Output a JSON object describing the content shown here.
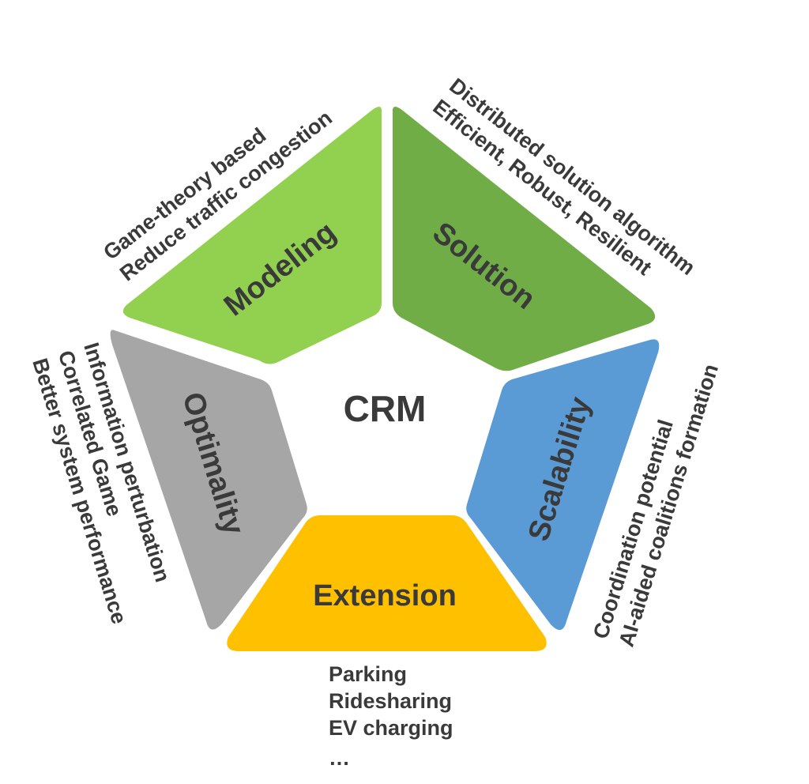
{
  "center": {
    "label": "CRM"
  },
  "segments": {
    "modeling": {
      "label": "Modeling",
      "color": "#92d050",
      "notes": [
        "Game-theory based",
        "Reduce traffic congestion"
      ]
    },
    "solution": {
      "label": "Solution",
      "color": "#70ad47",
      "notes": [
        "Distributed solution algorithm",
        "Efficient, Robust, Resilient"
      ]
    },
    "scalability": {
      "label": "Scalability",
      "color": "#5b9bd5",
      "notes": [
        "Coordination potential",
        "AI-aided coalitions formation"
      ]
    },
    "extension": {
      "label": "Extension",
      "color": "#ffc000",
      "notes": [
        "Parking",
        "Ridesharing",
        "EV charging",
        "…"
      ]
    },
    "optimality": {
      "label": "Optimality",
      "color": "#a6a6a6",
      "notes": [
        "Information perturbation",
        "Correlated Game",
        "Better system performance"
      ]
    }
  }
}
